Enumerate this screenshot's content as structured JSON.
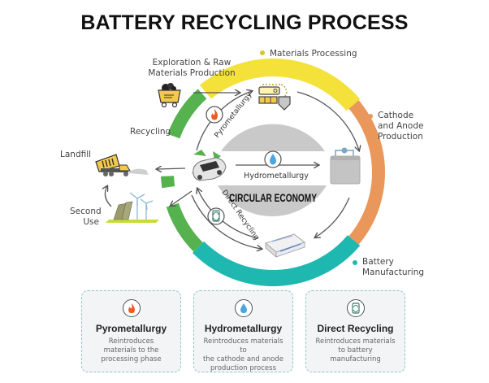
{
  "title": "BATTERY RECYCLING PROCESS",
  "center_label": "CIRCULAR ECONOMY",
  "colors": {
    "materials_processing": "#f4e13a",
    "cathode_anode": "#e9975a",
    "battery_manufacturing": "#1fb8b0",
    "recycling": "#55b24f",
    "center_gray": "#c9c9c9",
    "arrow": "#555555",
    "card_border": "#8ec3d3",
    "card_bg": "#f2f4f5"
  },
  "stages": {
    "exploration": "Exploration & Raw Materials Production",
    "exploration_line1": "Exploration & Raw",
    "exploration_line2": "Materials Production",
    "materials_processing": "Materials Processing",
    "cathode_line1": "Cathode",
    "cathode_line2": "and Anode",
    "cathode_line3": "Production",
    "battery_line1": "Battery",
    "battery_line2": "Manufacturing",
    "recycling": "Recycling",
    "landfill": "Landfill",
    "second_use_line1": "Second",
    "second_use_line2": "Use"
  },
  "paths": {
    "pyrometallurgy": "Pyrometallurgy",
    "hydrometallurgy": "Hydrometallurgy",
    "direct_recycling": "Direct Recycling"
  },
  "icons": {
    "mine_cart": "mine-cart-icon",
    "processing_machine": "processing-machine-icon",
    "battery": "battery-icon",
    "battery_cells": "battery-cells-icon",
    "recycled_car": "recycle-car-icon",
    "dump_truck": "dump-truck-icon",
    "wind_solar": "wind-solar-icon",
    "flame": "flame-icon",
    "droplet": "water-drop-icon",
    "recycle_battery": "recycle-battery-icon"
  },
  "cards": [
    {
      "title": "Pyrometallurgy",
      "desc_line1": "Reintroduces",
      "desc_line2": "materials to the",
      "desc_line3": "processing phase",
      "icon": "flame-icon"
    },
    {
      "title": "Hydrometallurgy",
      "desc_line1": "Reintroduces materials to",
      "desc_line2": "the cathode and anode",
      "desc_line3": "production process",
      "icon": "water-drop-icon"
    },
    {
      "title": "Direct Recycling",
      "desc_line1": "Reintroduces materials",
      "desc_line2": "to battery",
      "desc_line3": "manufacturing",
      "icon": "recycle-battery-icon"
    }
  ]
}
